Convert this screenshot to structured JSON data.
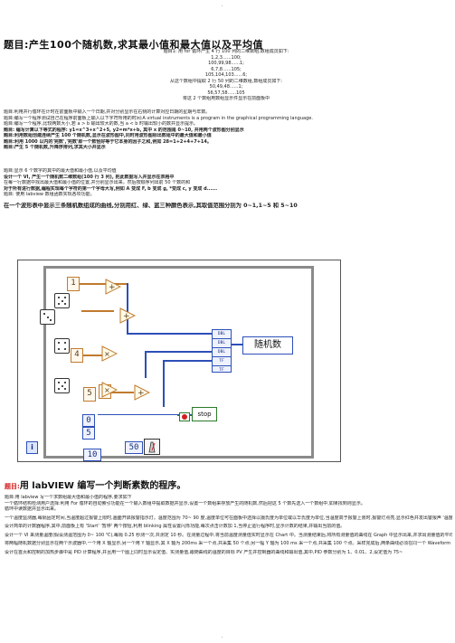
{
  "header": {
    "top_mark": "·"
  },
  "title": "题目:产生100个随机数,求其最小值和最大值以及平均值",
  "center_block": [
    "题目1: 用 for 循环产生 4 行 100 列的二维数组,数组成员如下:",
    "1,2,3......100;",
    "100,99,98......1;",
    "6,7,8......105;",
    "105,104,103......6;",
    "从这个数组中提取 2 行 50 列的二维数组,数组成员如下:",
    "50,49,48......1;",
    "56,57,58......105",
    "将这 2 个数组用数组显示件显示在前面板中"
  ],
  "body_lines": [
    "题目:利用并行循环在计时在前面板中输入一个日期,并对分别显示在右侧的计算对应日期的星期与年数。",
    "题目:编写一个程序测试自己在程序前面板上输入以下字符所用的时间:A virtual instruments is a program in the graphical programming language.",
    "题目:编写一个程序,比较两数大小,若 a > b 输出较大的数,当 a < b 时输出较小的数并显示提示。",
    "题目: 编写计算以下等式的程序: y1=x^3+x^2+5, y2=m*x+b, 其中 x 的范围是 0~10, 并用两个波形图分别显示",
    "题目:利用数组创建连续产生 100 个随机数,显示在波形图中,同时用波形图标出数组中的最大值和最小值",
    "题目:利用 1000 以内的'完数','完数'即一个数恰好等于它本身的因子之和,例如 28=1+2+4+7+14。",
    "题目:产生 5 个随机数,升降序排列,求其大小并显示"
  ],
  "body_lines2": [
    "题目:显示 6 个数字的其中的最大值和最小值,以及平均值",
    "设计一个 VI, 产生一个随机数二维数组(100 行 3 列), 把此数据写入并显示在表格中",
    "在每一行数据中找出最大值和最小值的位置,并分别显示出来。然后按顺序列出前 50 个数的和",
    "对于所有进行数据,编程实现每个字符的第一个字母大写,例如 A 变成 F, b 变成 g, *变成 c, y 变成 d......",
    "题目: 使用 labview 数组函数实现各项功能。"
  ],
  "red_word": "labview",
  "diagram_caption": "在一个波形表中显示三条随机数组成的曲线,分别用红、绿、蓝三种颜色表示,其取值范围分别为 0~1,1~5 和 5~10",
  "diagram": {
    "consts": {
      "c1": "1",
      "c4": "4",
      "c5a": "5",
      "c5b": "5",
      "c0": "0",
      "c5c": "5",
      "c10": "10",
      "c50": "50"
    },
    "bundle_rows": [
      "DBL",
      "DBL",
      "DBL",
      "TF",
      "TF"
    ],
    "indicator_label": "随机数",
    "stop_label": "stop",
    "iter_label": "i"
  },
  "section2": {
    "heading_prefix": "题目:",
    "heading": "用 labVIEW 编写一个判断素数的程序。",
    "line1": "题目:用 labview 写一个求数组最大值和最小值的程序,要求如下",
    "paragraphs": [
      "一个循环结构检测用户选择:利用 For 循环的自动索引功能在一个输入数组中提取数据并显示,设置一个数组来存放产生的随机数,然后把这 5 个数先送入一个数组中,如果找到则显示。",
      "循环中读数据并显示出来。",
      "一个温度监测器,每隔固定时间,当温度超过报警上限时,画面开启报警指示灯。温度范围为 70~ 90 度,温度单位可在面板中选择以摄氏度为单位或以华氏度为单位,当温度高于报警上限时,报警灯点亮,显示红色并发出警报声 '温度超限!当前温度 78.23 ℃'。",
      "设计简单的计数器程序,其中,前面板上有 'Start' '暂停' 两个按钮,利用 blinking 属性设置闪烁功能,每次点击计数加 1,当停止运行程序时,显示计数的结果,并输出当前的值。",
      "设计一个 VI 来测量温度(假设测温范围为 0~ 100 ℃),每隔 0.25 秒测一次,共测定 10 秒。在测量过程中,将当前温度测量值实时显示在 Chart 中。当测量结束后,将所有测量值的曲线在 Graph 中显示出来,并求出测量值的平均值,同时在前面板上显示温度报警的最高温度和最低温度,并用文件保存测量值。",
      "将两幅随机数据分别显示在两个示波器中,一个用 X 轴显示,另一个用 Y 轴显示,其 X 轴为 200ms 采一个点,共采集 50 个点;另一幅 Y 轴为 100 ms 采一个点,共采集 100 个点。采样完成后,两条曲线必须在同一个 Waveform Graph 中,'编写时间轴显示,要求时间轴能直观的反映实际时间'",
      "设计在首页和控制的加热步骤中是 PID 计算程序,并且用一个图上同时显示设定值、实测量值,跟随曲线的温度的目标 PV 产生并控制器的曲线和输出值,其中,PID 参数分别为 1、0.01、2,设定值为 75~"
    ],
    "footer_mark": "·"
  }
}
